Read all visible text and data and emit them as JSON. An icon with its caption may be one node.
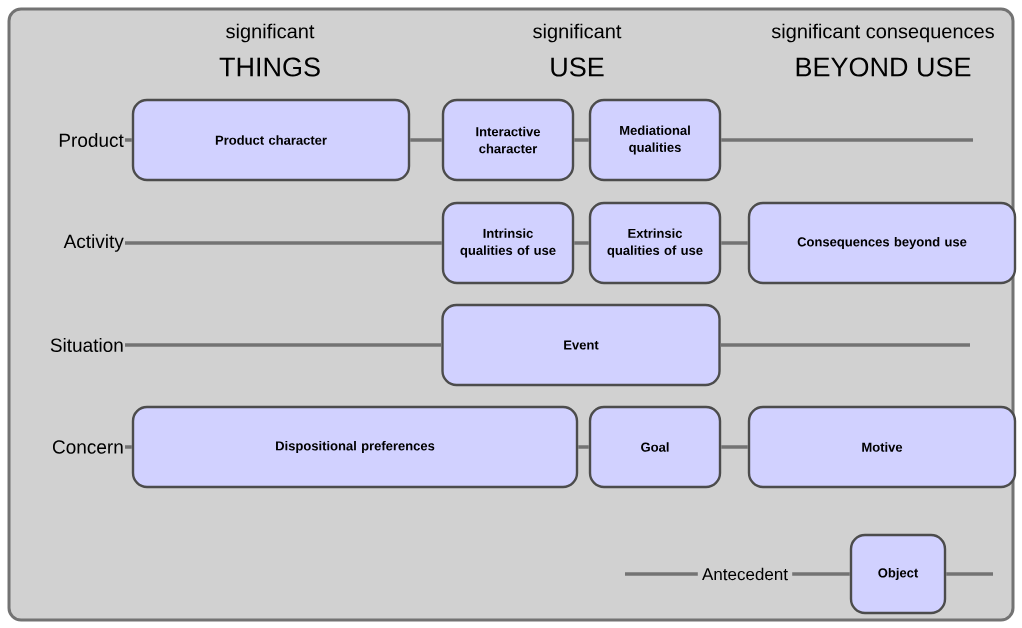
{
  "diagram": {
    "nodes": [
      {
        "text": [
          "Product"
        ]
      },
      {
        "text": [
          "Product character"
        ]
      },
      {
        "text": [
          "Interactive character"
        ]
      },
      {
        "text": [
          "Mediational qualities"
        ]
      },
      {
        "text": [
          "Activity"
        ]
      },
      {
        "text": [
          "Intrinsic qualities of use"
        ]
      },
      {
        "text": [
          "Extrinsic qualities of use"
        ]
      },
      {
        "text": [
          "Consequences beyond use"
        ]
      },
      {
        "text": [
          "Situation"
        ]
      },
      {
        "text": [
          "Event"
        ]
      },
      {
        "text": [
          "Concern"
        ]
      },
      {
        "text": [
          "Dispositional preferences"
        ]
      },
      {
        "text": [
          "Goal"
        ]
      },
      {
        "text": [
          "Motive"
        ]
      },
      {
        "text": [
          "Antecedent"
        ]
      },
      {
        "text": [
          "Object"
        ]
      }
    ],
    "edges": [
      {
        "from": 0,
        "to": 1,
        "arrow": "none"
      },
      {
        "from": 1,
        "to": 2,
        "arrow": "none"
      },
      {
        "from": 2,
        "to": 3,
        "arrow": "none"
      },
      {
        "from": 3,
        "to": null,
        "arrow": "none"
      },
      {
        "from": 4,
        "to": 5,
        "arrow": "none"
      },
      {
        "from": 5,
        "to": 6,
        "arrow": "none"
      },
      {
        "from": 6,
        "to": 7,
        "arrow": "none"
      },
      {
        "from": 8,
        "to": 9,
        "arrow": "none"
      },
      {
        "from": 9,
        "to": null,
        "arrow": "none"
      },
      {
        "from": 10,
        "to": 11,
        "arrow": "none"
      },
      {
        "from": 11,
        "to": 12,
        "arrow": "none"
      },
      {
        "from": 12,
        "to": 13,
        "arrow": "none"
      },
      {
        "from": null,
        "to": 14,
        "arrow": "none"
      },
      {
        "from": 14,
        "to": 15,
        "arrow": "none"
      },
      {
        "from": 15,
        "to": null,
        "arrow": "none"
      }
    ],
    "labels": [
      "significant",
      "THINGS",
      "significant",
      "USE",
      "significant consequences",
      "BEYOND USE"
    ]
  }
}
